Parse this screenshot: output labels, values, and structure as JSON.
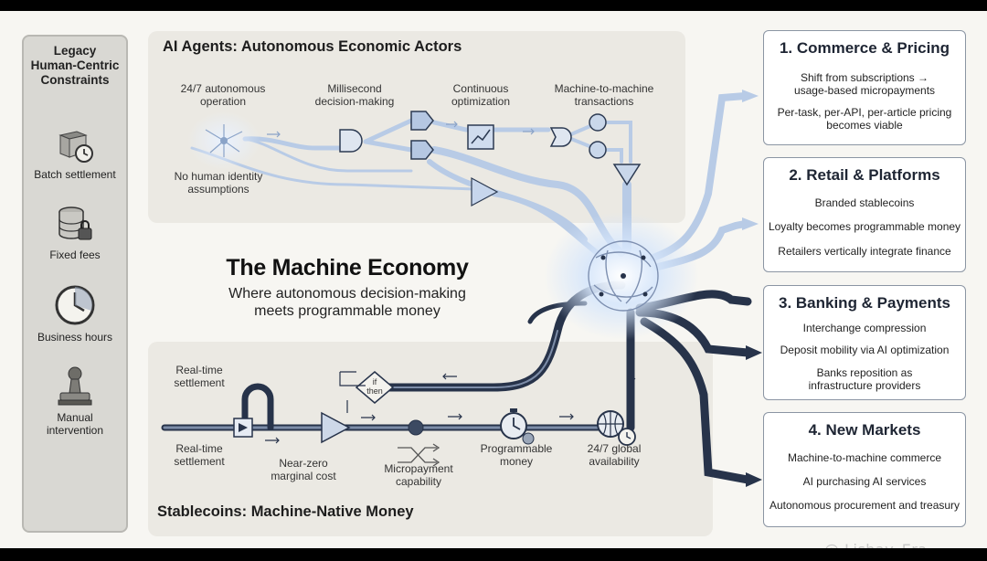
{
  "legacy": {
    "title": "Legacy\nHuman-Centric\nConstraints",
    "items": [
      {
        "label": "Batch settlement",
        "icon": "box-clock-icon"
      },
      {
        "label": "Fixed fees",
        "icon": "database-lock-icon"
      },
      {
        "label": "Business hours",
        "icon": "clock-icon"
      },
      {
        "label": "Manual\nintervention",
        "icon": "stamp-icon"
      }
    ]
  },
  "ai_panel": {
    "title": "AI Agents: Autonomous Economic Actors",
    "labels": {
      "autonomous_operation": "24/7 autonomous\noperation",
      "millisecond": "Millisecond\ndecision-making",
      "continuous": "Continuous\noptimization",
      "m2m": "Machine-to-machine\ntransactions",
      "no_identity": "No human identity\nassumptions"
    }
  },
  "center": {
    "title": "The Machine Economy",
    "subtitle": "Where autonomous decision-making\nmeets programmable money"
  },
  "stable_panel": {
    "title": "Stablecoins: Machine-Native Money",
    "labels": {
      "realtime_top": "Real-time\nsettlement",
      "realtime_bottom": "Real-time\nsettlement",
      "near_zero": "Near-zero\nmarginal cost",
      "micropayment": "Micropayment\ncapability",
      "programmable": "Programmable\nmoney",
      "global": "24/7 global\navailability",
      "if_then": "if\nthen"
    }
  },
  "cards": [
    {
      "title": "1. Commerce & Pricing",
      "lines": [
        "Shift from subscriptions →\nusage-based micropayments",
        "Per-task, per-API, per-article pricing\nbecomes viable"
      ]
    },
    {
      "title": "2. Retail & Platforms",
      "lines": [
        "Branded stablecoins",
        "Loyalty becomes programmable money",
        "Retailers vertically integrate finance"
      ]
    },
    {
      "title": "3. Banking & Payments",
      "lines": [
        "Interchange compression",
        "Deposit mobility via AI optimization",
        "Banks reposition as\ninfrastructure providers"
      ]
    },
    {
      "title": "4. New Markets",
      "lines": [
        "Machine-to-machine commerce",
        "AI purchasing AI services",
        "Autonomous procurement and treasury"
      ]
    }
  ],
  "watermark": "@ Lishay_Era",
  "colors": {
    "dark_pipe": "#27334a",
    "light_pipe": "#b8cbe6",
    "card_border": "#8b95a3",
    "panel_bg": "#ebe9e3"
  }
}
